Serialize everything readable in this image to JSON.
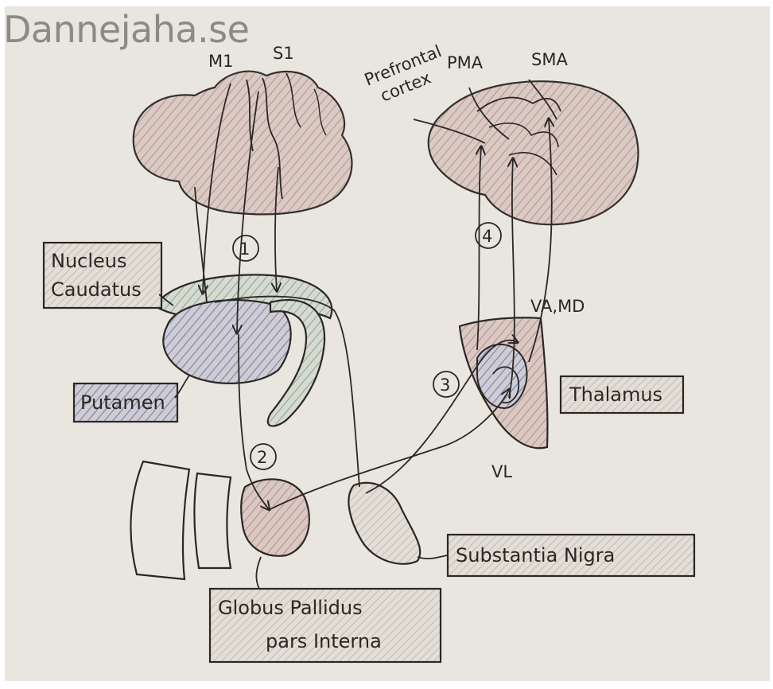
{
  "watermark": "Dannejaha.se",
  "cortex_left": {
    "m1": "M1",
    "s1": "S1"
  },
  "cortex_right": {
    "prefrontal_line1": "Prefrontal",
    "prefrontal_line2": "cortex",
    "pma": "PMA",
    "sma": "SMA"
  },
  "pathway_numbers": [
    "1",
    "2",
    "3",
    "4"
  ],
  "thalamic_nuclei": {
    "va_md": "VA,MD",
    "vl": "VL"
  },
  "boxes": {
    "nucleus_caudatus_line1": "Nucleus",
    "nucleus_caudatus_line2": "Caudatus",
    "putamen": "Putamen",
    "thalamus": "Thalamus",
    "substantia_nigra": "Substantia Nigra",
    "globus_pallidus_line1": "Globus Pallidus",
    "globus_pallidus_line2": "pars Interna"
  },
  "colors": {
    "paper": "#e9e5df",
    "ink": "#2a2726",
    "hatch_red": "#b9918e",
    "hatch_blue": "#7e86ad",
    "hatch_green": "#8fa88f"
  }
}
